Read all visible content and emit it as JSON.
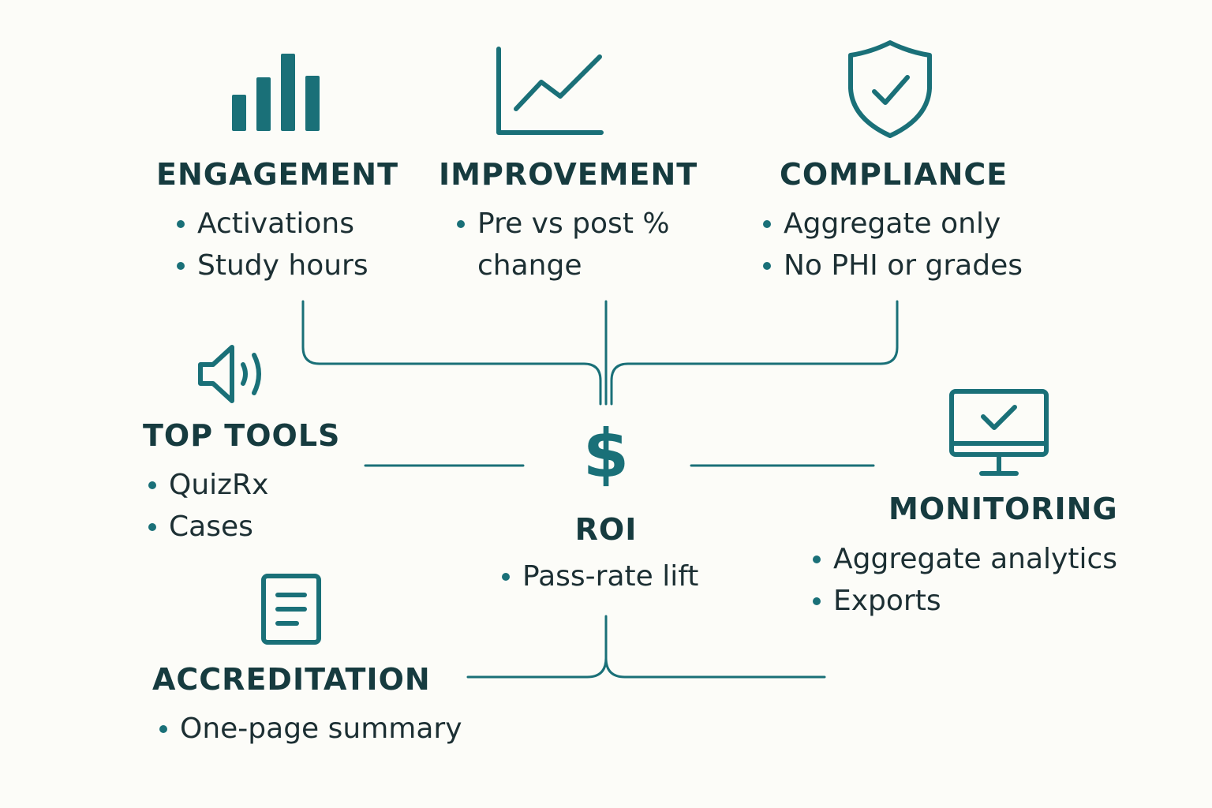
{
  "colors": {
    "accent": "#1a7078",
    "heading": "#163b3f",
    "text": "#1c2f33",
    "background": "#fcfcf8"
  },
  "nodes": {
    "engagement": {
      "icon": "bar-chart-icon",
      "title": "ENGAGEMENT",
      "items": [
        "Activations",
        "Study hours"
      ]
    },
    "improvement": {
      "icon": "line-chart-icon",
      "title": "IMPROVEMENT",
      "items": [
        "Pre vs post %",
        "change"
      ]
    },
    "compliance": {
      "icon": "shield-check-icon",
      "title": "COMPLIANCE",
      "items": [
        "Aggregate only",
        "No PHI or grades"
      ]
    },
    "top_tools": {
      "icon": "speaker-icon",
      "title": "TOP TOOLS",
      "items": [
        "QuizRx",
        "Cases"
      ]
    },
    "roi": {
      "icon": "dollar-icon",
      "symbol": "$",
      "title": "ROI",
      "items": [
        "Pass-rate lift"
      ]
    },
    "monitoring": {
      "icon": "monitor-check-icon",
      "title": "MONITORING",
      "items": [
        "Aggregate analytics",
        "Exports"
      ]
    },
    "accreditation": {
      "icon": "document-icon",
      "title": "ACCREDITATION",
      "items": [
        "One-page summary"
      ]
    }
  }
}
